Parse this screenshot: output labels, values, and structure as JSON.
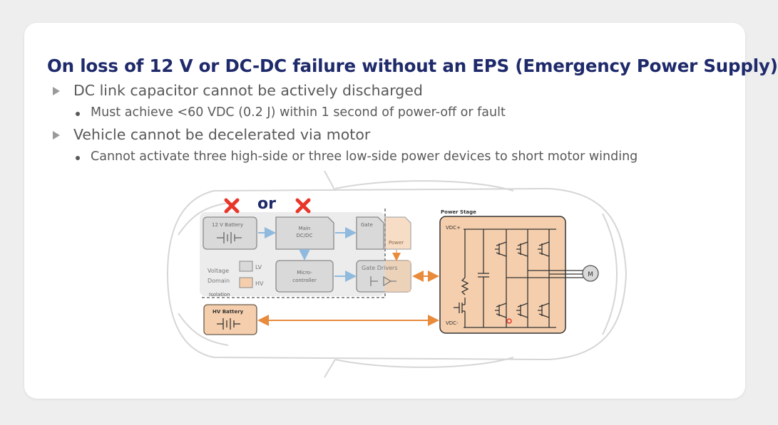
{
  "slide": {
    "title": "On loss of 12 V or DC-DC failure without an EPS (Emergency Power Supply)",
    "bullets": [
      {
        "text": "DC link capacitor cannot be actively discharged",
        "sub": "Must achieve <60 VDC (0.2 J) within 1 second of power-off or fault"
      },
      {
        "text": "Vehicle cannot be decelerated via motor",
        "sub": "Cannot activate three high-side or three low-side power devices to short motor winding"
      }
    ]
  },
  "diagram": {
    "or_label": "or",
    "battery_12v": "12 V Battery",
    "dcdc_line1": "Main",
    "dcdc_line2": "DC/DC",
    "gate_top": "Gate",
    "power_label": "Power",
    "micro_line1": "Micro-",
    "micro_line2": "controller",
    "gate_drivers": "Gate Drivers",
    "legend_voltage": "Voltage",
    "legend_domain": "Domain",
    "legend_lv": "LV",
    "legend_hv": "HV",
    "isolation": "Isolation",
    "hv_battery": "HV Battery",
    "power_stage": "Power Stage",
    "vdc_plus": "VDC+",
    "vdc_minus": "VDC-",
    "motor": "M",
    "colors": {
      "lv_fill": "#d9d9d9",
      "hv_fill": "#f5cfad",
      "arrow_blue": "#8fb9dd",
      "arrow_orange": "#e88b3c",
      "title": "#1f2a6b",
      "cross": "#e8362a"
    }
  }
}
